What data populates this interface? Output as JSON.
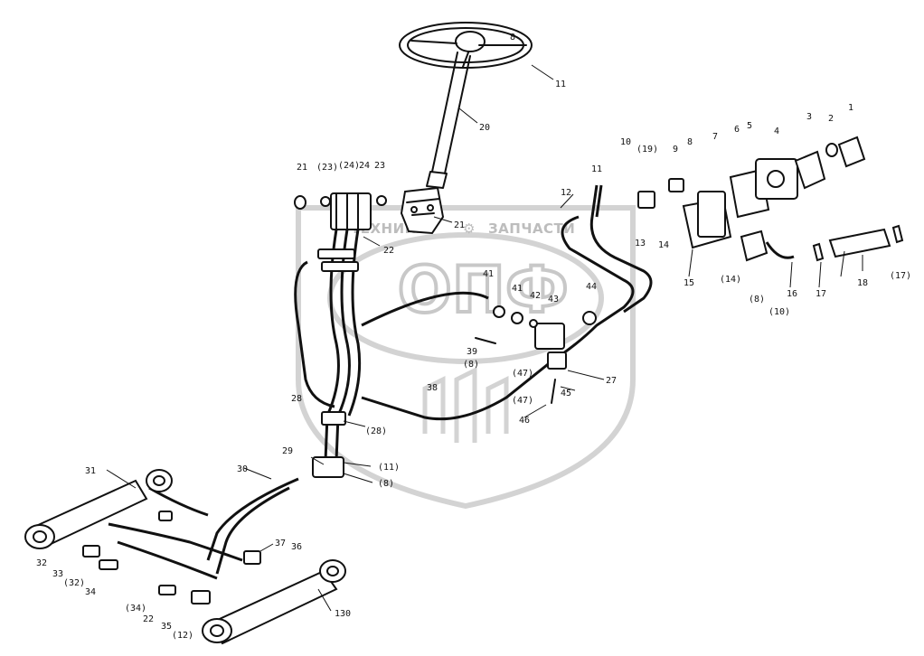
{
  "watermark": {
    "brand_left": "ТЕХНИКА",
    "brand_right": "ЗАПЧАСТИ",
    "logo_letters": "ОПФ"
  },
  "callouts": [
    {
      "id": "c-8",
      "text": "8"
    },
    {
      "id": "c-11a",
      "text": "11"
    },
    {
      "id": "c-20",
      "text": "20"
    },
    {
      "id": "c-21a",
      "text": "21"
    },
    {
      "id": "c-23p",
      "text": "(23)"
    },
    {
      "id": "c-24p",
      "text": "(24)"
    },
    {
      "id": "c-24",
      "text": "24"
    },
    {
      "id": "c-23",
      "text": "23"
    },
    {
      "id": "c-21b",
      "text": "21"
    },
    {
      "id": "c-22",
      "text": "22"
    },
    {
      "id": "c-10",
      "text": "10"
    },
    {
      "id": "c-19p",
      "text": "(19)"
    },
    {
      "id": "c-9",
      "text": "9"
    },
    {
      "id": "c-8b",
      "text": "8"
    },
    {
      "id": "c-11b",
      "text": "11"
    },
    {
      "id": "c-12",
      "text": "12"
    },
    {
      "id": "c-13",
      "text": "13"
    },
    {
      "id": "c-7",
      "text": "7"
    },
    {
      "id": "c-6",
      "text": "6"
    },
    {
      "id": "c-5",
      "text": "5"
    },
    {
      "id": "c-4",
      "text": "4"
    },
    {
      "id": "c-3",
      "text": "3"
    },
    {
      "id": "c-2",
      "text": "2"
    },
    {
      "id": "c-1",
      "text": "1"
    },
    {
      "id": "c-14",
      "text": "14"
    },
    {
      "id": "c-15",
      "text": "15"
    },
    {
      "id": "c-14p",
      "text": "(14)"
    },
    {
      "id": "c-8p",
      "text": "(8)"
    },
    {
      "id": "c-10p",
      "text": "(10)"
    },
    {
      "id": "c-16",
      "text": "16"
    },
    {
      "id": "c-17",
      "text": "17"
    },
    {
      "id": "c-18",
      "text": "18"
    },
    {
      "id": "c-17p",
      "text": "(17)"
    },
    {
      "id": "c-41",
      "text": "41"
    },
    {
      "id": "c-41b",
      "text": "41"
    },
    {
      "id": "c-42",
      "text": "42"
    },
    {
      "id": "c-43",
      "text": "43"
    },
    {
      "id": "c-44",
      "text": "44"
    },
    {
      "id": "c-39",
      "text": "39"
    },
    {
      "id": "c-8p2",
      "text": "(8)"
    },
    {
      "id": "c-47p",
      "text": "(47)"
    },
    {
      "id": "c-27",
      "text": "27"
    },
    {
      "id": "c-47p2",
      "text": "(47)"
    },
    {
      "id": "c-45",
      "text": "45"
    },
    {
      "id": "c-46",
      "text": "46"
    },
    {
      "id": "c-38",
      "text": "38"
    },
    {
      "id": "c-28",
      "text": "28"
    },
    {
      "id": "c-28p",
      "text": "(28)"
    },
    {
      "id": "c-29",
      "text": "29"
    },
    {
      "id": "c-11p",
      "text": "(11)"
    },
    {
      "id": "c-8p3",
      "text": "(8)"
    },
    {
      "id": "c-31",
      "text": "31"
    },
    {
      "id": "c-30",
      "text": "30"
    },
    {
      "id": "c-37",
      "text": "37"
    },
    {
      "id": "c-36",
      "text": "36"
    },
    {
      "id": "c-32",
      "text": "32"
    },
    {
      "id": "c-33",
      "text": "33"
    },
    {
      "id": "c-32p",
      "text": "(32)"
    },
    {
      "id": "c-34",
      "text": "34"
    },
    {
      "id": "c-34p",
      "text": "(34)"
    },
    {
      "id": "c-22b",
      "text": "22"
    },
    {
      "id": "c-35",
      "text": "35"
    },
    {
      "id": "c-12p",
      "text": "(12)"
    },
    {
      "id": "c-130",
      "text": "130"
    }
  ]
}
